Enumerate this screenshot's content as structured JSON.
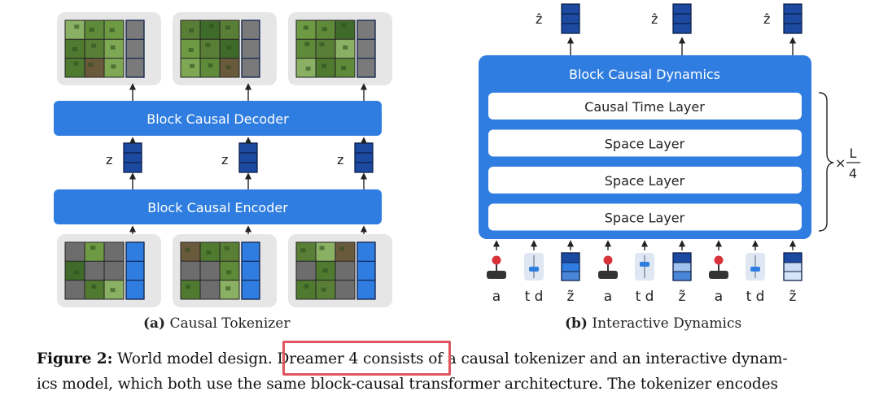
{
  "tokenizer": {
    "decoder_label": "Block Causal Decoder",
    "encoder_label": "Block Causal Encoder",
    "latent_label": "z",
    "caption_letter": "(a)",
    "caption_text": "Causal Tokenizer"
  },
  "dynamics": {
    "title": "Block Causal Dynamics",
    "layers": [
      "Causal Time Layer",
      "Space Layer",
      "Space Layer",
      "Space Layer"
    ],
    "output_label": "ẑ",
    "input_labels": [
      "a",
      "t d",
      "z̃",
      "a",
      "t d",
      "z̃",
      "a",
      "t d",
      "z̃"
    ],
    "repeat_prefix": "×",
    "repeat_num": "L",
    "repeat_den": "4",
    "caption_letter": "(b)",
    "caption_text": "Interactive Dynamics"
  },
  "caption": {
    "label": "Figure 2:",
    "line1_pre": " World model design.",
    "line1_highlight": " Dreamer 4 consists",
    "line1_post": " of a causal tokenizer and an interactive dynam-",
    "line2": "ics model, which both use the same block-causal transformer architecture. The tokenizer encodes"
  },
  "colors": {
    "blue": "#2f7de0",
    "navy": "#1c4aa0",
    "highlight_border": "#e05560",
    "frame_bg": "#e6e6e6"
  }
}
